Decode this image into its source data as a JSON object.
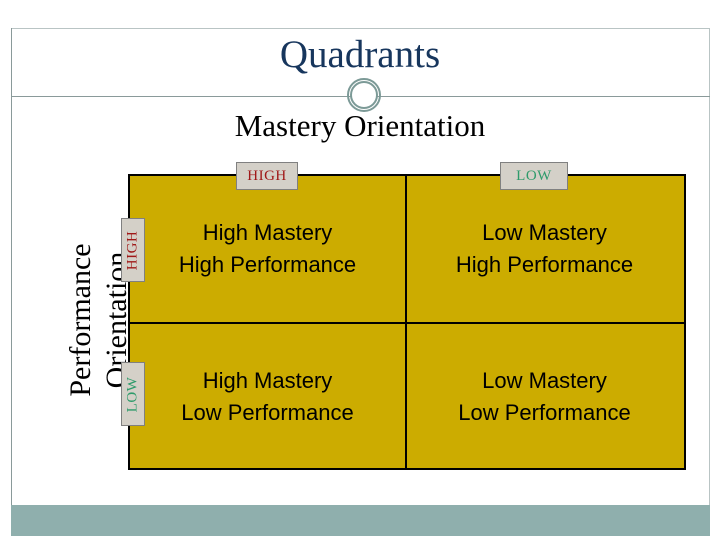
{
  "slide": {
    "title": "Quadrants",
    "column_axis_label": "Mastery Orientation",
    "row_axis_label_line1": "Performance",
    "row_axis_label_line2": "Orientation"
  },
  "colors": {
    "title": "#17365D",
    "quadrant_fill": "#CCAC00",
    "grid_line": "#000000",
    "tag_fill": "#D4D0C8",
    "tag_high_text": "#A01818",
    "tag_low_text": "#2E9B6B",
    "ring": "#7C9A97",
    "frame_line": "#8A9A9A",
    "bottom_bar": "#8FAFAD"
  },
  "column_headers": [
    {
      "label": "HIGH",
      "level": "high"
    },
    {
      "label": "LOW",
      "level": "low"
    }
  ],
  "row_headers": [
    {
      "label": "HIGH",
      "level": "high"
    },
    {
      "label": "LOW",
      "level": "low"
    }
  ],
  "quadrants": {
    "top_left": {
      "line1": "High Mastery",
      "line2": "High Performance"
    },
    "top_right": {
      "line1": "Low Mastery",
      "line2": "High Performance"
    },
    "bottom_left": {
      "line1": "High Mastery",
      "line2": "Low Performance"
    },
    "bottom_right": {
      "line1": "Low Mastery",
      "line2": "Low Performance"
    }
  }
}
